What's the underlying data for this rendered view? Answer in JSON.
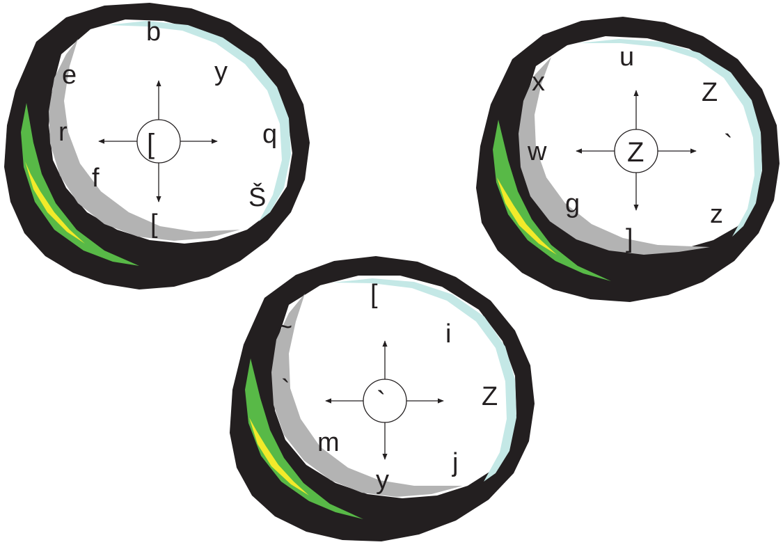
{
  "dials": [
    {
      "name": "dial-top-left",
      "center_label": "[",
      "labels": [
        "b",
        "y",
        "q",
        "Š",
        "[",
        "f",
        "r",
        "e"
      ]
    },
    {
      "name": "dial-top-right",
      "center_label": "Z",
      "labels": [
        "u",
        "Z",
        "`",
        "z",
        "]",
        "g",
        "w",
        "x"
      ]
    },
    {
      "name": "dial-bottom",
      "center_label": "`",
      "labels": [
        "[",
        "i",
        "Z",
        "j",
        "y",
        "m",
        "`",
        "~"
      ]
    }
  ],
  "colors": {
    "rim": "#231f20",
    "inner_shadow": "#b3b3b3",
    "highlight": "#c4e8e6",
    "grass": "#58b947",
    "grass_highlight": "#f2ea2a",
    "face": "#ffffff",
    "arrow": "#231f20"
  }
}
